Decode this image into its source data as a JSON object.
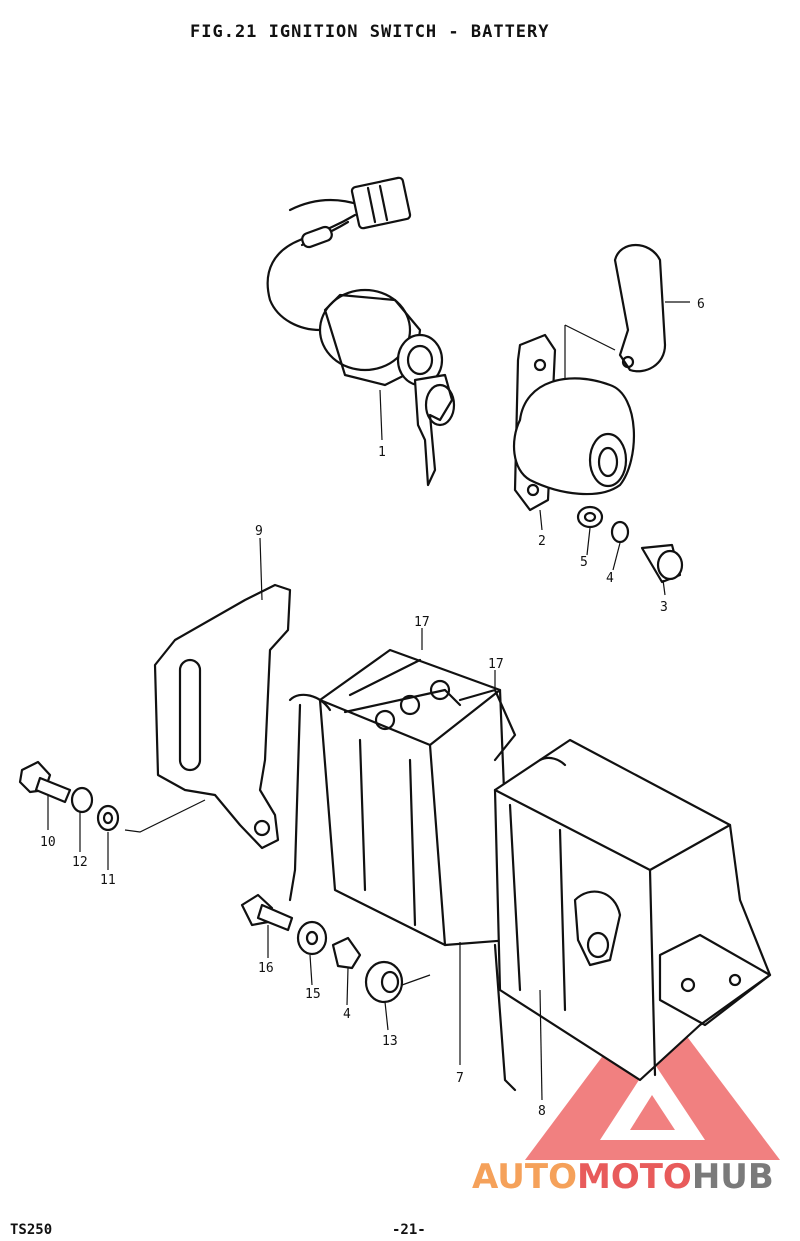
{
  "title": "FIG.21  IGNITION SWITCH - BATTERY",
  "footer": {
    "model": "TS250",
    "page": "-21-"
  },
  "callouts": {
    "c1": "1",
    "c2": "2",
    "c3": "3",
    "c4a": "4",
    "c4b": "4",
    "c5": "5",
    "c6": "6",
    "c7": "7",
    "c8": "8",
    "c9": "9",
    "c10": "10",
    "c11": "11",
    "c12": "12",
    "c13": "13",
    "c15": "15",
    "c16": "16",
    "c17a": "17",
    "c17b": "17"
  },
  "watermark": {
    "part1": "AUTO",
    "part2": "MOTO",
    "part3": "HUB",
    "color1": "#f5a15a",
    "color2": "#e85b5b",
    "color3": "#7a7a7a"
  }
}
